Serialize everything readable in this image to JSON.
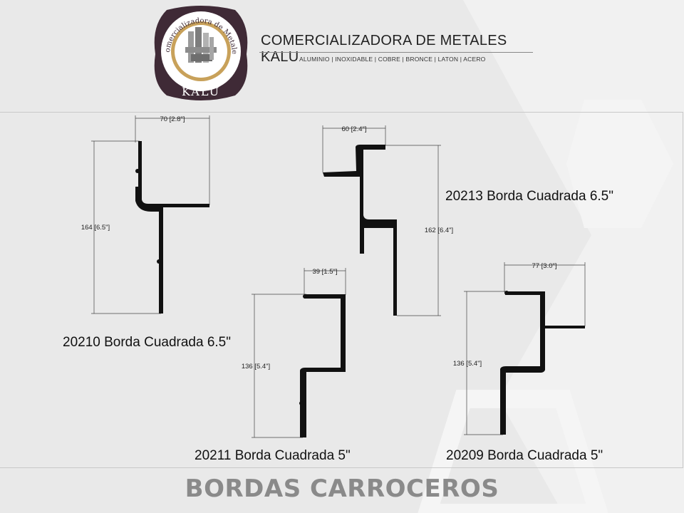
{
  "brand": {
    "logo_ring_text": "Comercializadora de Metales",
    "logo_name": "KALU",
    "company_name": "COMERCIALIZADORA DE METALES KALU",
    "materials": "ALUMINIO | INOXIDABLE | COBRE | BRONCE | LATON | ACERO"
  },
  "profiles": [
    {
      "code_label": "20210 Borda Cuadrada 6.5\"",
      "width_dim": "70 [2.8\"]",
      "height_dim": "164 [6.5\"]"
    },
    {
      "code_label": "20213 Borda Cuadrada 6.5\"",
      "width_dim": "60 [2.4\"]",
      "height_dim": "162 [6.4\"]"
    },
    {
      "code_label": "20211 Borda Cuadrada 5\"",
      "width_dim": "39 [1.5\"]",
      "height_dim": "136 [5.4\"]"
    },
    {
      "code_label": "20209 Borda Cuadrada 5\"",
      "width_dim": "77 [3.0\"]",
      "height_dim": "136 [5.4\"]"
    }
  ],
  "footer": {
    "title": "BORDAS CARROCEROS"
  },
  "colors": {
    "background": "#e9e9e9",
    "profile": "#111111",
    "footer_text": "#8a8a8a",
    "logo_ring": "#4a2a3a",
    "logo_gold": "#c8a15a"
  }
}
